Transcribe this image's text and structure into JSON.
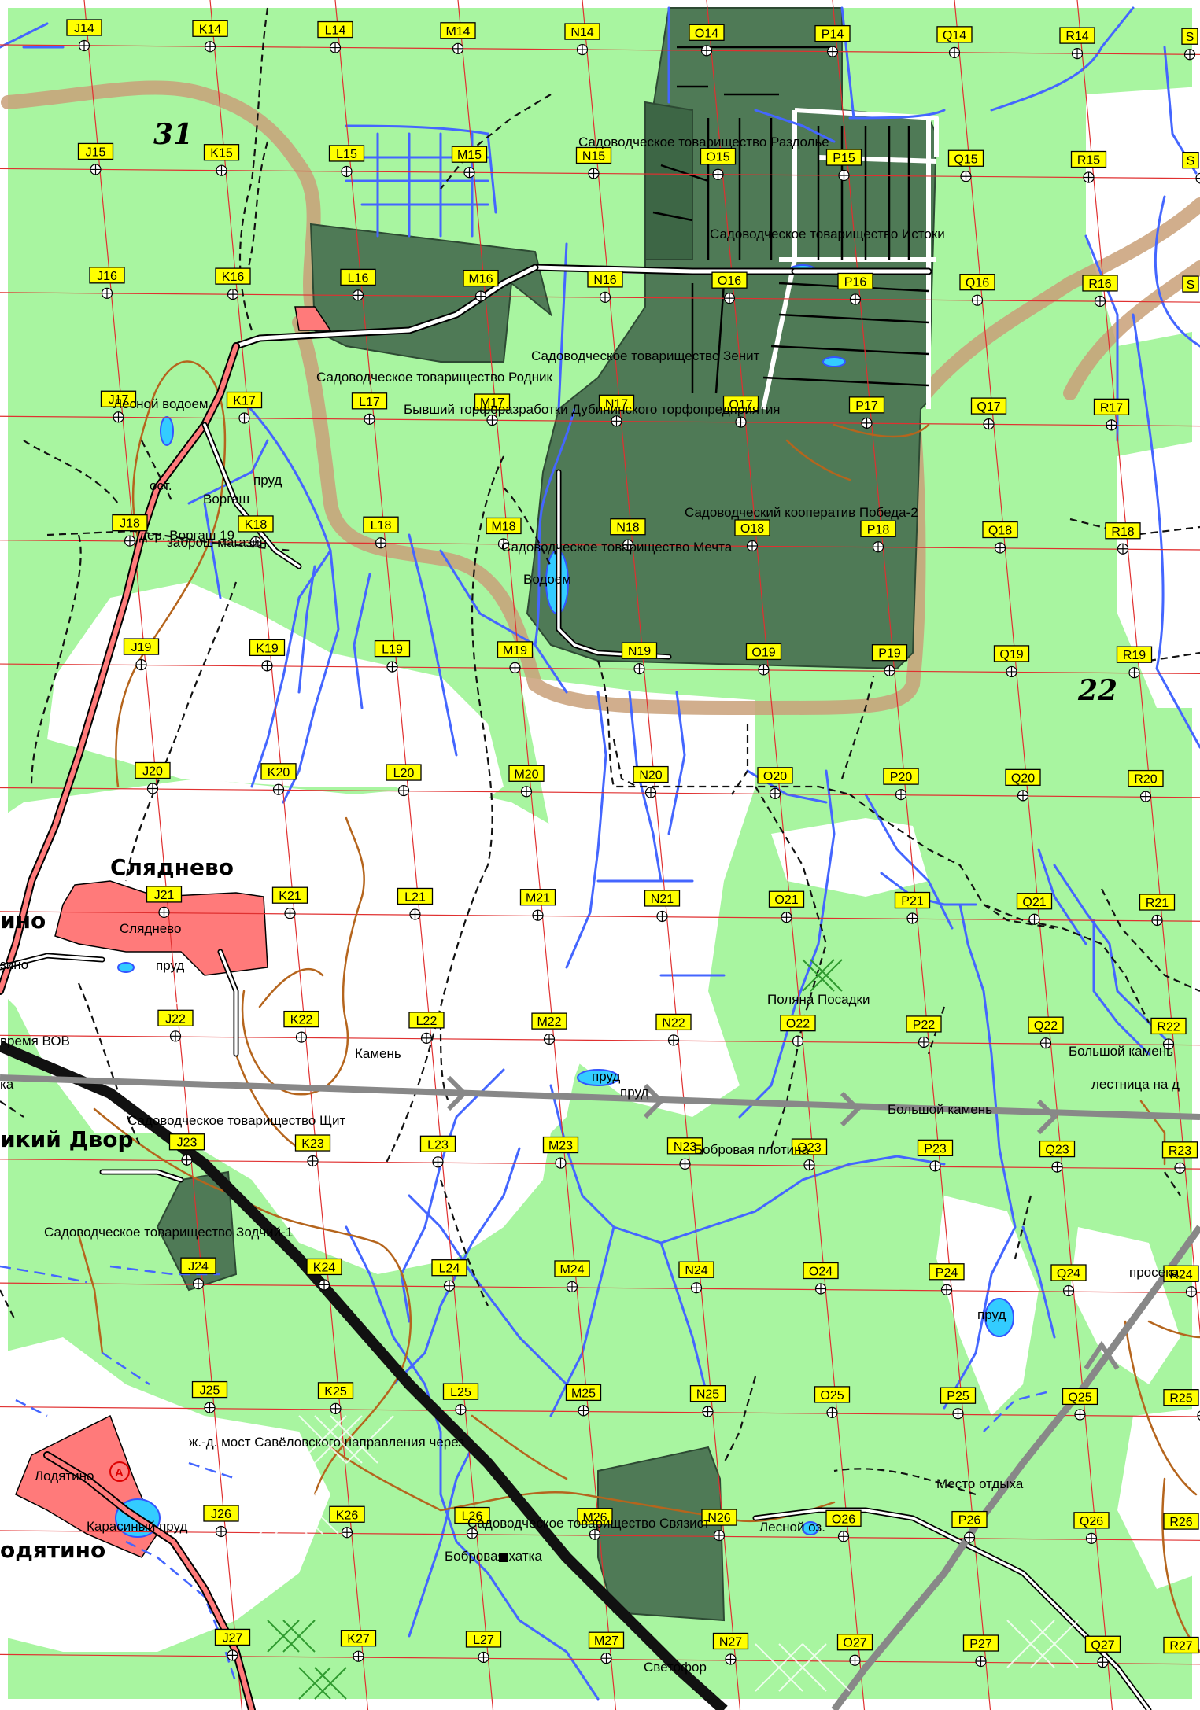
{
  "map": {
    "colors": {
      "forest": "#a8f5a0",
      "open": "#ffffff",
      "allotment": "#4f7a56",
      "village": "#ff7a7a",
      "water": "#3355ff",
      "grid_line": "#e03030",
      "checkpoint_box": "#ffff00",
      "clearing": "#c9a079"
    },
    "grid_columns": [
      "J",
      "K",
      "L",
      "M",
      "N",
      "O",
      "P",
      "Q",
      "R",
      "S"
    ],
    "grid_rows": [
      "14",
      "15",
      "16",
      "17",
      "18",
      "19",
      "20",
      "21",
      "22",
      "23",
      "24",
      "25",
      "26",
      "27"
    ],
    "checkpoints": [
      "J14",
      "K14",
      "L14",
      "M14",
      "N14",
      "O14",
      "P14",
      "Q14",
      "R14",
      "S",
      "J15",
      "K15",
      "L15",
      "M15",
      "N15",
      "O15",
      "P15",
      "Q15",
      "R15",
      "S",
      "J16",
      "K16",
      "L16",
      "M16",
      "N16",
      "O16",
      "P16",
      "Q16",
      "R16",
      "S",
      "J17",
      "K17",
      "L17",
      "M17",
      "N17",
      "O17",
      "P17",
      "Q17",
      "R17",
      "J18",
      "K18",
      "L18",
      "M18",
      "N18",
      "O18",
      "P18",
      "Q18",
      "R18",
      "J19",
      "K19",
      "L19",
      "M19",
      "N19",
      "O19",
      "P19",
      "Q19",
      "R19",
      "J20",
      "K20",
      "L20",
      "M20",
      "N20",
      "O20",
      "P20",
      "Q20",
      "R20",
      "J21",
      "K21",
      "L21",
      "M21",
      "N21",
      "O21",
      "P21",
      "Q21",
      "R21",
      "J22",
      "K22",
      "L22",
      "M22",
      "N22",
      "O22",
      "P22",
      "Q22",
      "R22",
      "J23",
      "K23",
      "L23",
      "M23",
      "N23",
      "O23",
      "P23",
      "Q23",
      "R23",
      "J24",
      "K24",
      "L24",
      "M24",
      "N24",
      "O24",
      "P24",
      "Q24",
      "R24",
      "J25",
      "K25",
      "L25",
      "M25",
      "N25",
      "O25",
      "P25",
      "Q25",
      "R25",
      "J26",
      "K26",
      "L26",
      "M26",
      "N26",
      "O26",
      "P26",
      "Q26",
      "R26",
      "J27",
      "K27",
      "L27",
      "M27",
      "N27",
      "O27",
      "P27",
      "Q27",
      "R27"
    ],
    "square_numbers": [
      "31",
      "22"
    ],
    "settlements": [
      "Сляднево",
      "ино",
      "икий Двор",
      "одятино"
    ],
    "features": [
      "Садоводческое товарищество Раздолье",
      "Садоводческое товарищество Истоки",
      "Садоводческое товарищество Зенит",
      "Садоводческое товарищество Родник",
      "Бывший торфоразработки Дубининского торфопредприятия",
      "Садоводческий кооператив Победа-2",
      "Садоводческое товарищество Мечта",
      "Водоем",
      "Лесной водоем",
      "пруд",
      "Воргаш",
      "ост.",
      "дер. Воргаш 19",
      "заброш магазин",
      "Сляднево",
      "пруд",
      "зино",
      "время ВОВ",
      "ка",
      "Камень",
      "пруд",
      "пруд",
      "Поляна Посадки",
      "Большой камень",
      "лестница на д",
      "Большой камень",
      "Садоводческое товарищество Щит",
      "Бобровая плотина",
      "Садоводческое товарищество Зодчий-1",
      "просека",
      "пруд",
      "ж.-д. мост Савёловского направления через",
      "Лодятино",
      "Карасиный пруд",
      "Место отдыха",
      "Садоводческое товарищество Связист",
      "Лесной оз.",
      "Бобровая хатка",
      "Светофор"
    ]
  }
}
